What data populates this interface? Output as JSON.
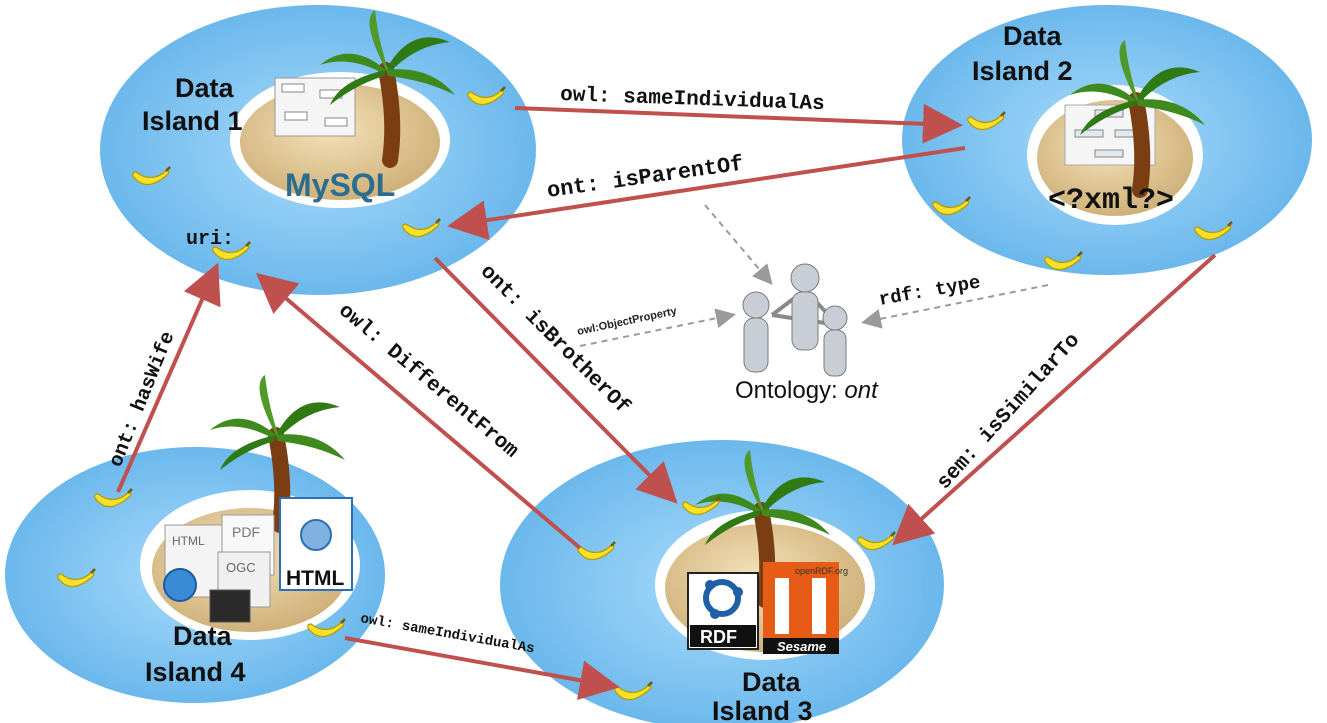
{
  "islands": {
    "island1": {
      "title_line1": "Data",
      "title_line2": "Island 1",
      "logo_text": "MySQL",
      "uri_label": "uri:"
    },
    "island2": {
      "title_line1": "Data",
      "title_line2": "Island 2",
      "logo_text": "<?xml?>"
    },
    "island3": {
      "title_line1": "Data",
      "title_line2": "Island 3",
      "logo_rdf": "RDF",
      "logo_sesame": "Sesame",
      "logo_site": "openRDF.org"
    },
    "island4": {
      "title_line1": "Data",
      "title_line2": "Island 4",
      "doc_labels": [
        "HTML",
        "PDF",
        "OGC",
        "HTML"
      ]
    }
  },
  "ontology": {
    "label_prefix": "Ontology: ",
    "label_name": "ont"
  },
  "relations": {
    "same_individual_12": "owl: sameIndividualAs",
    "is_parent_of": "ont: isParentOf",
    "is_brother_of": "ont: isBrotherOf",
    "different_from": "owl: DifferentFrom",
    "has_wife": "ont: hasWife",
    "is_similar_to": "sem: isSimilarTo",
    "same_individual_43": "owl: sameIndividualAs",
    "rdf_type": "rdf: type",
    "object_property": "owl:ObjectProperty"
  },
  "colors": {
    "water": "#7ec3f0",
    "sand": "#ecd3a0",
    "relation_arrow": "#c0504d",
    "ontology_arrow": "#9a9a9a",
    "banana": "#f7e12a"
  }
}
